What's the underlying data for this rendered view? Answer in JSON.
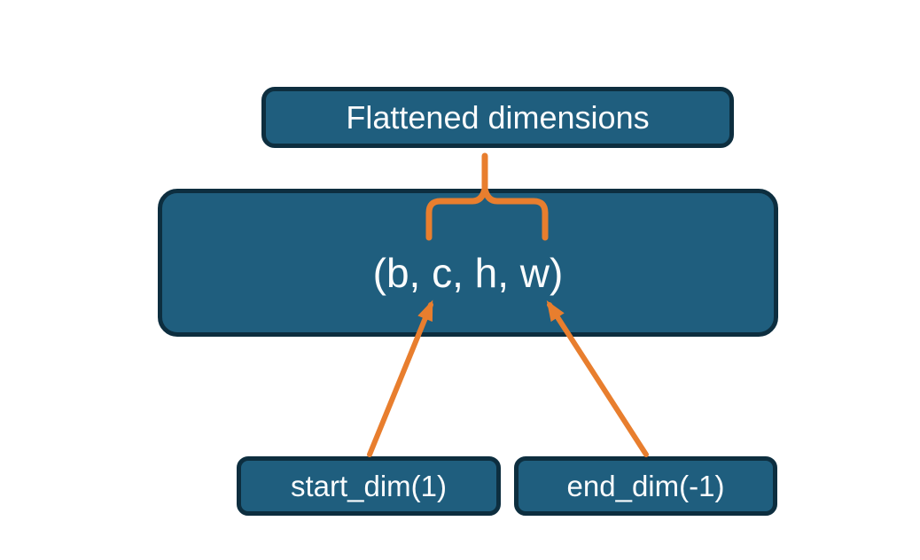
{
  "diagram": {
    "title_box": {
      "label": "Flattened dimensions"
    },
    "tensor_box": {
      "label": "(b, c, h, w)"
    },
    "start_box": {
      "label": "start_dim(1)"
    },
    "end_box": {
      "label": "end_dim(-1)"
    },
    "connectors": {
      "brace": "curly-brace-grouping-c-h-w",
      "left_arrow": "start-dim-points-to-c",
      "right_arrow": "end-dim-points-to-w"
    },
    "colors": {
      "box_fill": "#1f5e7e",
      "box_border": "#0d2e3f",
      "connector_orange": "#e87e2e",
      "text_color": "#fafcfd",
      "background": "#ffffff"
    }
  }
}
